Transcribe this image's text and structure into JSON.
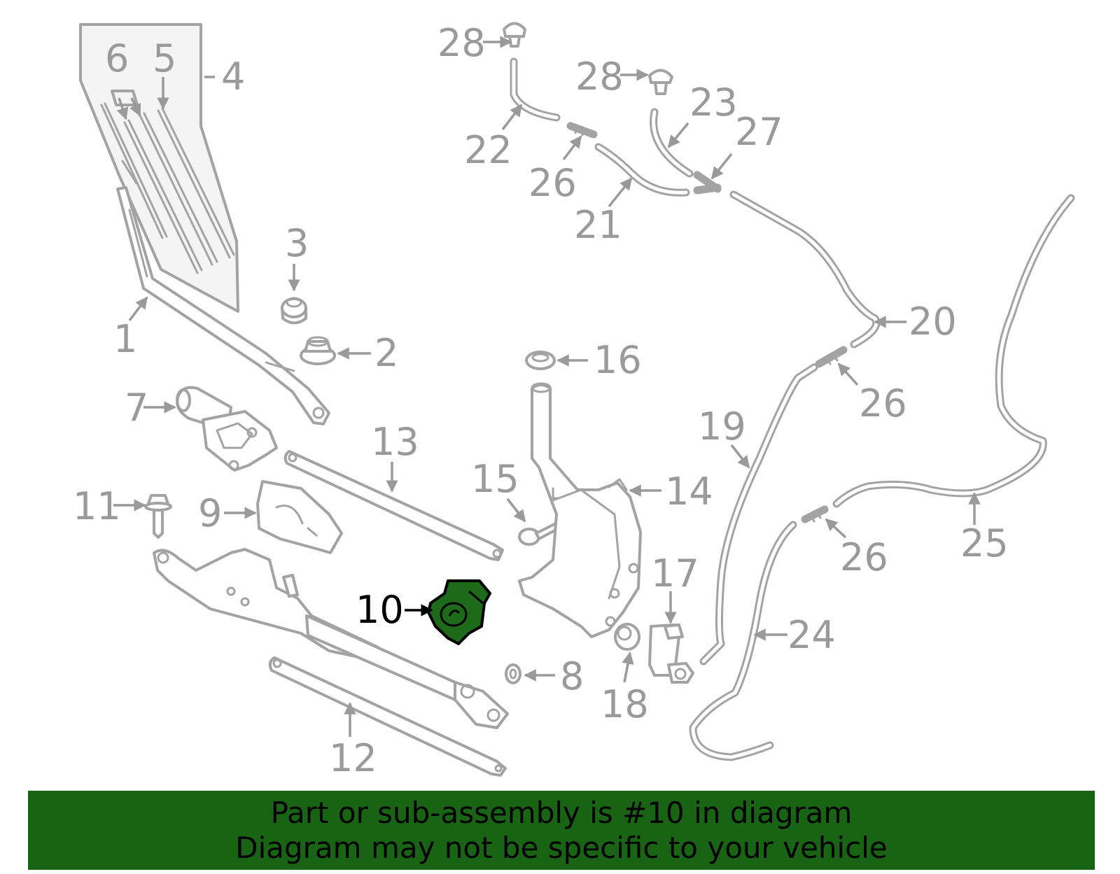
{
  "diagram": {
    "callouts": {
      "c1": "1",
      "c2": "2",
      "c3": "3",
      "c4": "4",
      "c5": "5",
      "c6": "6",
      "c7": "7",
      "c8": "8",
      "c9": "9",
      "c10": "10",
      "c11": "11",
      "c12": "12",
      "c13": "13",
      "c14": "14",
      "c15": "15",
      "c16": "16",
      "c17": "17",
      "c18": "18",
      "c19": "19",
      "c20": "20",
      "c21": "21",
      "c22": "22",
      "c23": "23",
      "c24": "24",
      "c25": "25",
      "c26a": "26",
      "c26b": "26",
      "c26c": "26",
      "c26d": "26",
      "c27": "27",
      "c28a": "28",
      "c28b": "28"
    },
    "highlighted_callout": "10",
    "colors": {
      "highlight_fill": "#1d6a1a",
      "part_stroke": "#a3a3a3",
      "banner_bg": "#186414"
    }
  },
  "banner": {
    "line1": "Part or sub-assembly is #10 in diagram",
    "line2": "Diagram may not be specific to your vehicle"
  }
}
